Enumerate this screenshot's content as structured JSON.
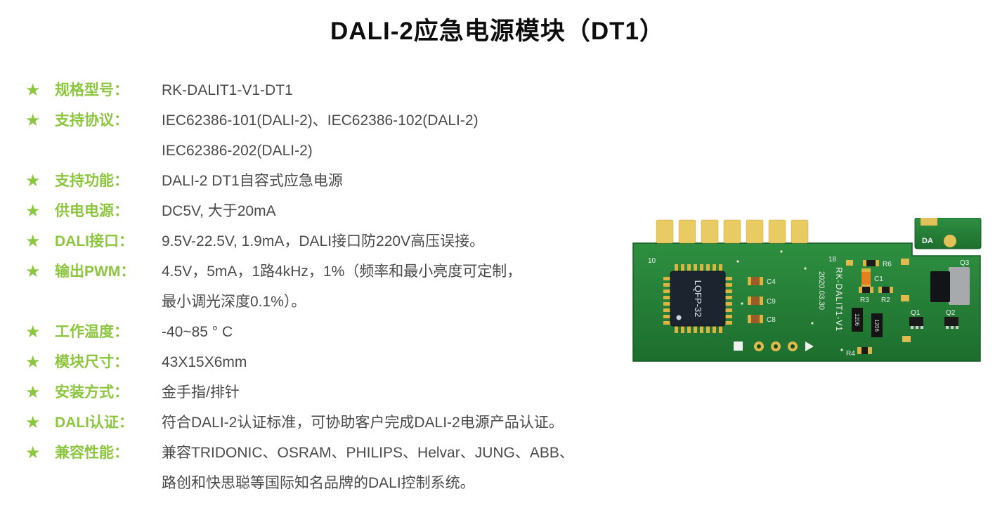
{
  "page": {
    "title": "DALI-2应急电源模块（DT1）"
  },
  "colors": {
    "accent_green": "#8cc63e",
    "body_text": "#4a4a4a",
    "title_text": "#0d0d0d",
    "pcb_green": "#2c8a3d",
    "pcb_gold": "#e2c258"
  },
  "specs": [
    {
      "label": "规格型号：",
      "lines": [
        "RK-DALIT1-V1-DT1"
      ]
    },
    {
      "label": "支持协议：",
      "lines": [
        "IEC62386-101(DALI-2)、IEC62386-102(DALI-2)",
        "IEC62386-202(DALI-2)"
      ]
    },
    {
      "label": "支持功能：",
      "lines": [
        "DALI-2 DT1自容式应急电源"
      ]
    },
    {
      "label": "供电电源：",
      "lines": [
        "DC5V, 大于20mA"
      ]
    },
    {
      "label": "DALI接口：",
      "lines": [
        "9.5V-22.5V, 1.9mA，DALI接口防220V高压误接。"
      ]
    },
    {
      "label": "输出PWM：",
      "lines": [
        "4.5V，5mA，1路4kHz，1%（频率和最小亮度可定制，",
        "最小调光深度0.1%）。"
      ]
    },
    {
      "label": "工作温度：",
      "lines": [
        "-40~85 ° C"
      ]
    },
    {
      "label": "模块尺寸：",
      "lines": [
        "43X15X6mm"
      ]
    },
    {
      "label": "安装方式：",
      "lines": [
        "金手指/排针"
      ]
    },
    {
      "label": "DALI认证：",
      "lines": [
        "符合DALI-2认证标准，可协助客户完成DALI-2电源产品认证。"
      ]
    },
    {
      "label": "兼容性能：",
      "lines": [
        "兼容TRIDONIC、OSRAM、PHILIPS、Helvar、JUNG、ABB、",
        "路创和快思聪等国际知名品牌的DALI控制系统。"
      ]
    }
  ],
  "pcb": {
    "pin_number_left": "10",
    "pin_number_right": "18",
    "chip_label": "LQFP-32",
    "silk_model": "RK-DALIT1-V1",
    "silk_date": "2020.03.30",
    "refs": {
      "c4": "C4",
      "c9": "C9",
      "c8": "C8",
      "c1": "C1",
      "r6": "R6",
      "r3": "R3",
      "r2": "R2",
      "r4": "R4",
      "q1": "Q1",
      "q2": "Q2",
      "q3": "Q3",
      "da": "DA",
      "res_code_a": "1206",
      "res_code_b": "1206"
    }
  }
}
